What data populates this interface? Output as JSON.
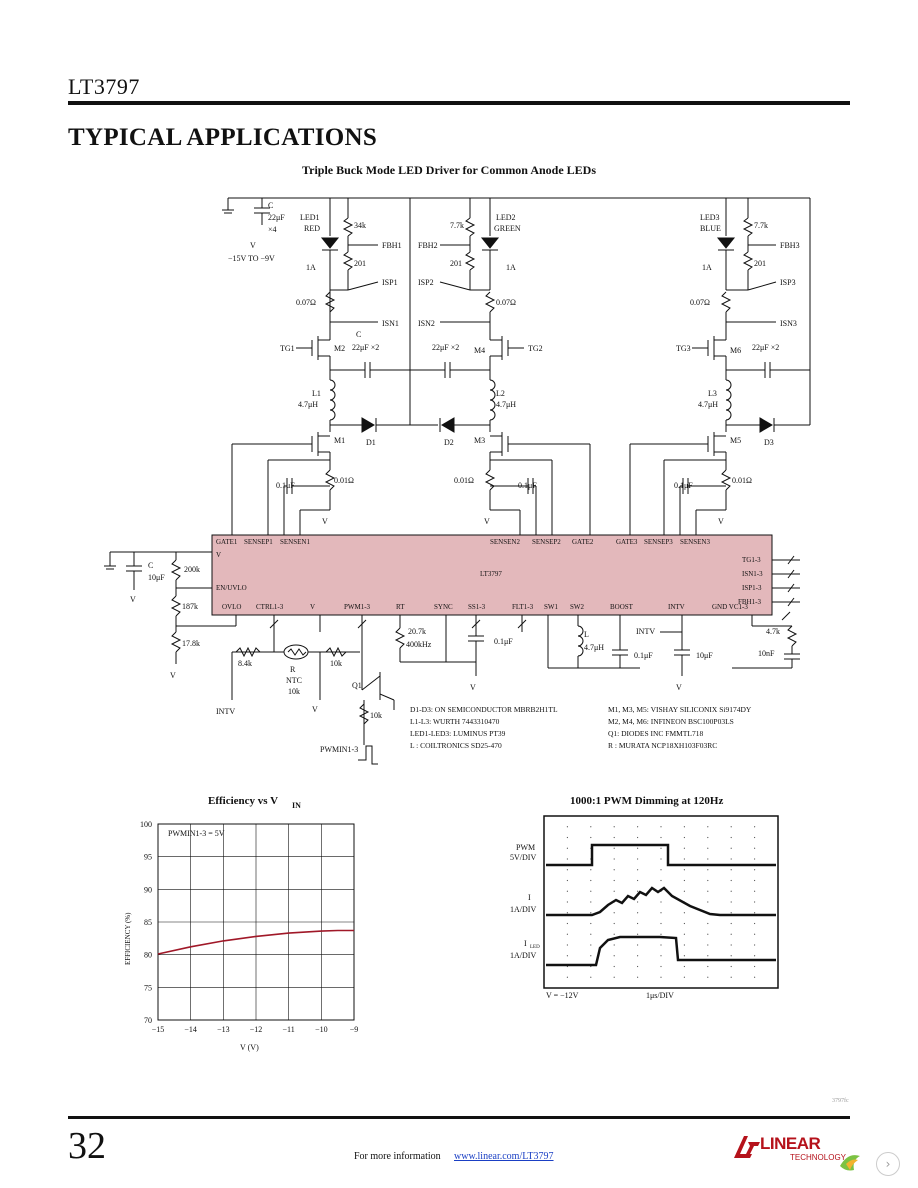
{
  "header": {
    "part": "LT3797"
  },
  "section_title": "TYPICAL APPLICATIONS",
  "schematic": {
    "title": "Triple Buck Mode LED Driver for Common Anode LEDs",
    "cout": "C",
    "cout_val": "22μF",
    "cout_x": "×4",
    "vin_label": "V",
    "vin_range": "−15V TO −9V",
    "led1": "LED1",
    "led1_color": "RED",
    "led2": "LED2",
    "led2_color": "GREEN",
    "led3": "LED3",
    "led3_color": "BLUE",
    "r_348": "34k",
    "r_71_2": "7.7k",
    "r_71_3": "7.7k",
    "r_201a": "201",
    "r_201b": "201",
    "r_201c": "201",
    "i_1a_1": "1A",
    "i_1a_2": "1A",
    "i_1a_3": "1A",
    "fbh1": "FBH1",
    "fbh2": "FBH2",
    "fbh3": "FBH3",
    "isp1": "ISP1",
    "isp2": "ISP2",
    "isp3": "ISP3",
    "isn1": "ISN1",
    "isn2": "ISN2",
    "isn3": "ISN3",
    "rs1": "0.07Ω",
    "rs2": "0.07Ω",
    "rs3": "0.07Ω",
    "tg1": "TG1",
    "tg2": "TG2",
    "tg3": "TG3",
    "m2": "M2",
    "m4": "M4",
    "m6": "M6",
    "cled1": "C",
    "cled1_val": "22μF ×2",
    "cled2_val": "22μF ×2",
    "cled3_val": "22μF ×2",
    "l1": "L1",
    "l1_val": "4.7μH",
    "l2": "L2",
    "l2_val": "4.7μH",
    "l3": "L3",
    "l3_val": "4.7μH",
    "d1": "D1",
    "d2": "D2",
    "d3": "D3",
    "m1": "M1",
    "m3": "M3",
    "m5": "M5",
    "c01_1": "0.1μF",
    "c01_2": "0.1μF",
    "c01_3": "0.1μF",
    "rsense1": "0.01Ω",
    "rsense2": "0.01Ω",
    "rsense3": "0.01Ω",
    "vin_small": "V",
    "ic_name": "LT3797",
    "pin_gate1": "GATE1",
    "pin_sensep1": "SENSEP1",
    "pin_sensen1": "SENSEN1",
    "pin_sensen2": "SENSEN2",
    "pin_sensep2": "SENSEP2",
    "pin_gate2": "GATE2",
    "pin_gate3": "GATE3",
    "pin_sensep3": "SENSEP3",
    "pin_sensen3": "SENSEN3",
    "pin_vin": "V",
    "pin_enuvlo": "EN/UVLO",
    "pin_ovlo": "OVLO",
    "pin_ctrl": "CTRL1-3",
    "pin_vref": "V",
    "pin_pwm": "PWM1-3",
    "pin_rt": "RT",
    "pin_sync": "SYNC",
    "pin_ss": "SS1-3",
    "pin_flt": "FLT1-3",
    "pin_sw1": "SW1",
    "pin_sw2": "SW2",
    "pin_boost": "BOOST",
    "pin_intvcc": "INTV",
    "pin_gndvc": "GND VC1-3",
    "out_tg": "TG1-3",
    "out_isn": "ISN1-3",
    "out_isp": "ISP1-3",
    "out_fbh": "FBH1-3",
    "cin": "C",
    "cin_val": "10μF",
    "r_200k": "200k",
    "r_187k": "187k",
    "r_17_8k": "17.8k",
    "r_84k": "8.4k",
    "rntc": "R",
    "ntc": "NTC",
    "ntc_val": "10k",
    "r_10k": "10k",
    "r_rt": "20.7k",
    "rt_freq": "400kHz",
    "c_ss": "0.1μF",
    "lboost": "L",
    "lboost_val": "4.7μH",
    "c_boost": "0.1μF",
    "c_intvcc": "10μF",
    "intvcc_lbl": "INTV",
    "r_47k": "4.7k",
    "c_vc": "10nF",
    "q1": "Q1",
    "r_q1": "10k",
    "pwm_in": "PWMIN1-3",
    "intvcc_bottom": "INTV",
    "vin_bottom": "V",
    "bom_d": "D1-D3: ON SEMICONDUCTOR MBRB2H1TL",
    "bom_l": "L1-L3: WURTH 7443310470",
    "bom_led": "LED1-LED3: LUMINUS PT39",
    "bom_lb": "L    : COILTRONICS SD25-470",
    "bom_m": "M1, M3, M5: VISHAY SILICONIX Si9174DY",
    "bom_m2": "M2, M4, M6: INFINEON BSC100P03LS",
    "bom_q": "Q1: DIODES INC FMMTL718",
    "bom_r": "R   : MURATA NCP18XH103F03RC"
  },
  "efficiency_chart": {
    "title": "Efficiency vs V",
    "title_sub": "IN",
    "ylabel": "EFFICIENCY (%)",
    "xlabel": "V   (V)",
    "annotation": "PWMIN1-3 = 5V"
  },
  "chart_data": {
    "type": "line",
    "title": "Efficiency vs VIN",
    "xlabel": "VIN (V)",
    "ylabel": "EFFICIENCY (%)",
    "xlim": [
      -15,
      -9
    ],
    "ylim": [
      70,
      100
    ],
    "x_ticks": [
      "−15",
      "−14",
      "−13",
      "−12",
      "−11",
      "−10",
      "−9"
    ],
    "y_ticks": [
      "70",
      "75",
      "80",
      "85",
      "90",
      "95",
      "100"
    ],
    "grid": true,
    "series": [
      {
        "color": "#a01828",
        "x": [
          -15,
          -14,
          -13,
          -12,
          -11,
          -10,
          -9.5,
          -9
        ],
        "y": [
          80.1,
          81.2,
          82.1,
          82.8,
          83.3,
          83.6,
          83.7,
          83.7
        ]
      }
    ]
  },
  "scope": {
    "title": "1000:1 PWM Dimming at 120Hz",
    "ch1": "PWM",
    "ch1_scale": "5V/DIV",
    "ch2": "I",
    "ch2_scale": "1A/DIV",
    "ch3": "I",
    "ch3_sub": "LED",
    "ch3_scale": "1A/DIV",
    "footer_left": "V   = −12V",
    "footer_right": "1μs/DIV"
  },
  "footer": {
    "page": "32",
    "text": "For more information",
    "link": "www.linear.com/LT3797",
    "code": "3797fc",
    "logo": "LINEAR",
    "logo_sub": "TECHNOLOGY"
  },
  "colors": {
    "ic_fill": "#e3b8bb",
    "curve": "#a01828",
    "logo": "#b5121b",
    "link": "#1a3fc4"
  }
}
